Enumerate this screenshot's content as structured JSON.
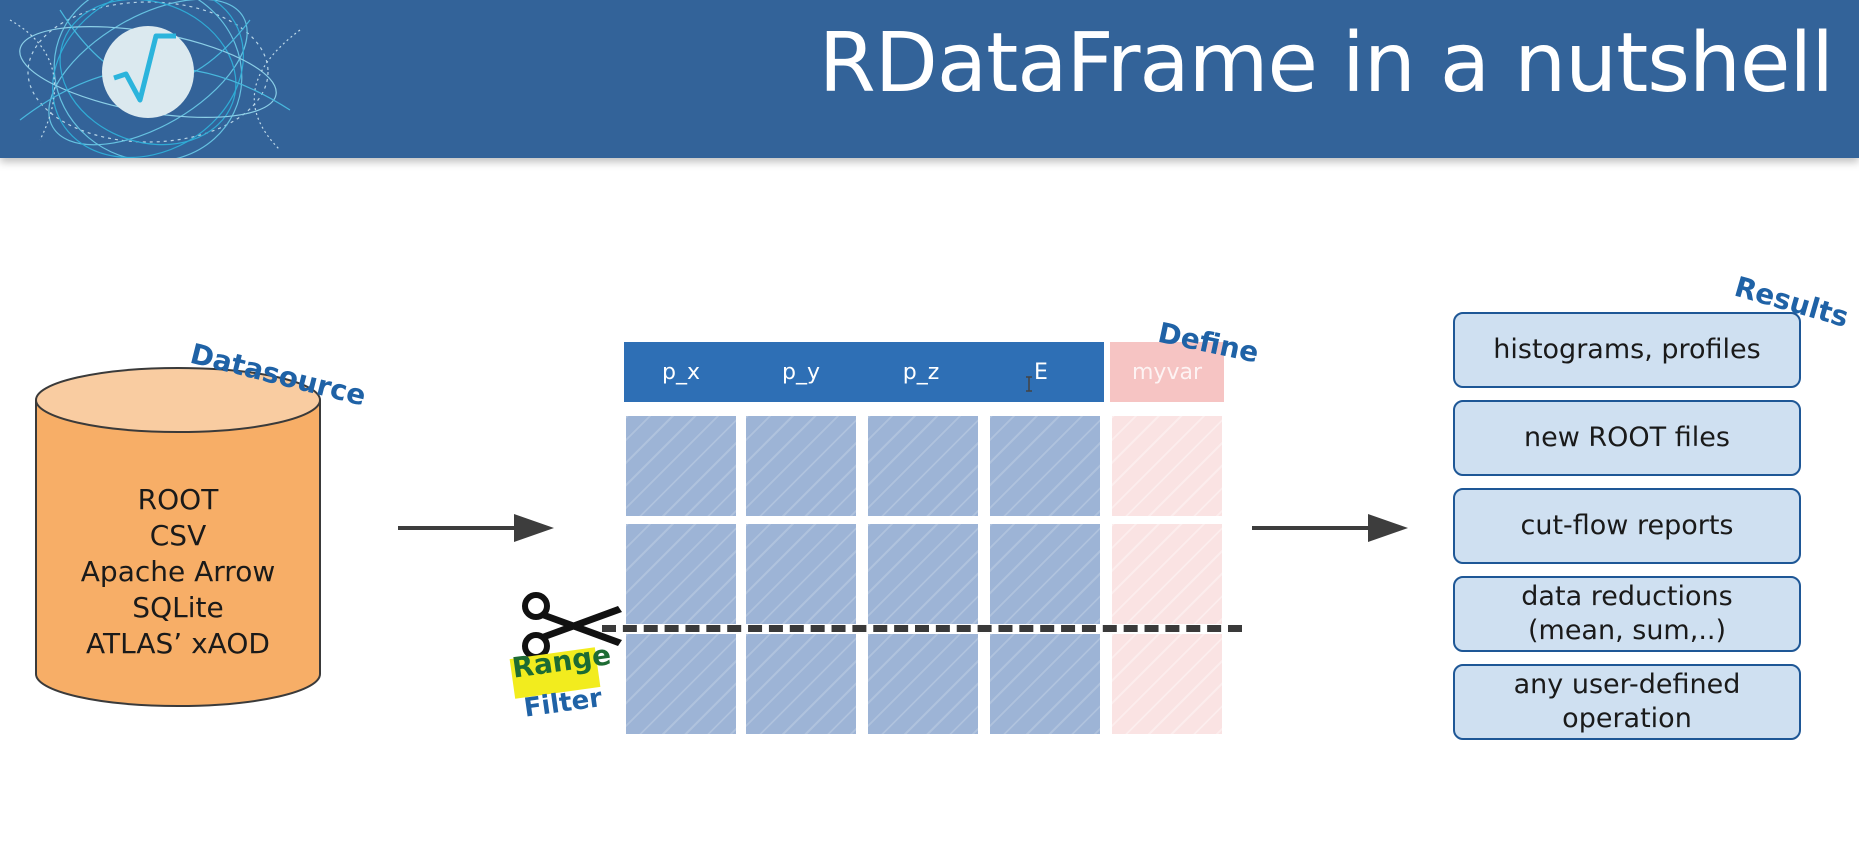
{
  "header": {
    "title": "RDataFrame in a nutshell"
  },
  "datasource": {
    "tag": "Datasource",
    "formats": [
      "ROOT",
      "CSV",
      "Apache Arrow",
      "SQLite",
      "ATLAS’ xAOD"
    ]
  },
  "table": {
    "columns": [
      "p_x",
      "p_y",
      "p_z",
      "E"
    ],
    "define_column": "myvar",
    "define_tag": "Define",
    "data_rows": 3
  },
  "filter": {
    "range_label": "Range",
    "filter_label": "Filter"
  },
  "results": {
    "tag": "Results",
    "items": [
      [
        "histograms, profiles"
      ],
      [
        "new ROOT files"
      ],
      [
        "cut-flow reports"
      ],
      [
        "data reductions",
        "(mean, sum,..)"
      ],
      [
        "any user-defined",
        "operation"
      ]
    ]
  },
  "colors": {
    "header_bg": "#336399",
    "tag_blue": "#1f62a6",
    "table_header": "#2e6fb5",
    "table_cell": "#9db4d6",
    "myvar_header": "#f6c4c3",
    "myvar_cell": "#fae3e3",
    "cylinder_body": "#f7ae67",
    "cylinder_top": "#f9cca1",
    "result_bg": "#cfe0f1",
    "result_border": "#1e5796",
    "range_bg": "#f2ec1e"
  },
  "icons": [
    "root-logo-icon",
    "scissors-icon",
    "arrow-right-icon",
    "text-cursor-icon"
  ]
}
